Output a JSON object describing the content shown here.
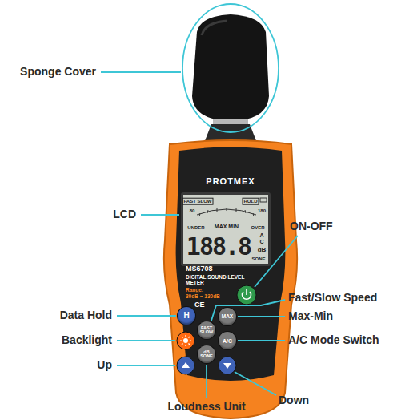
{
  "diagram": {
    "nodes": [
      {
        "text": [
          "H"
        ]
      },
      {
        "text": [
          "MAX"
        ]
      },
      {
        "text": [
          "FAST SLOW"
        ]
      },
      {
        "text": [
          "A/C"
        ]
      },
      {
        "text": [
          "dB SONE"
        ]
      }
    ],
    "labels": [
      "Sponge Cover",
      "LCD",
      "ON-OFF",
      "Fast/Slow Speed",
      "Data Hold",
      "Max-Min",
      "Backlight",
      "A/C Mode Switch",
      "Up",
      "Down",
      "Loudness Unit",
      "PROTMEX",
      "FAST SLOW",
      "HOLD",
      "80",
      "180",
      "UNDER",
      "MAX MIN",
      "OVER",
      "188.8",
      "A",
      "C",
      "dB",
      "SONE",
      "MS6708",
      "DIGITAL SOUND LEVEL METER",
      "Range:",
      "30dB ~ 130dB",
      "CE"
    ]
  }
}
